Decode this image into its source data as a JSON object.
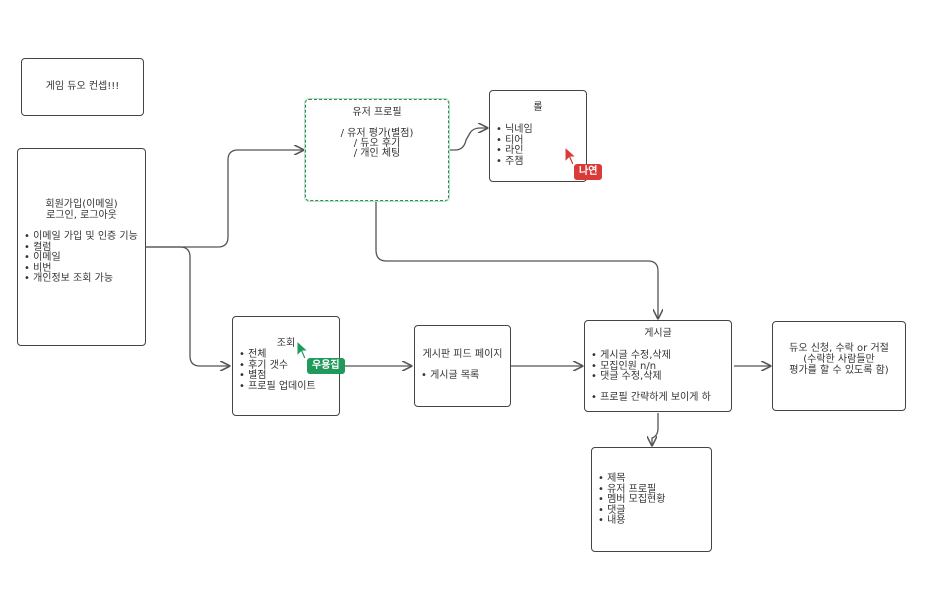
{
  "nodes": {
    "concept": {
      "title": "게임 듀오 컨셉!!!"
    },
    "signup": {
      "title1": "회원가입(이메일)",
      "title2": "로그인, 로그아웃",
      "items": [
        "이메일 가입 및 인증 기능",
        "컬럼",
        "이메일",
        "비번",
        "개인정보 조회 가능"
      ]
    },
    "user_profile": {
      "title": "유저 프로필",
      "lines": [
        "/ 유저 평가(별점)",
        "/ 듀오 후기",
        "/ 개인 체팅"
      ]
    },
    "role": {
      "title": "롤",
      "items": [
        "닉네임",
        "티어",
        "라인",
        "주챔"
      ]
    },
    "lookup": {
      "title": "조회",
      "items": [
        "전체",
        "후기 갯수",
        "별점",
        "프로필 업데이트"
      ]
    },
    "board_feed": {
      "title": "게시판 피드 페이지",
      "items": [
        "게시글 목록"
      ]
    },
    "post": {
      "title": "게시글",
      "items": [
        "게시글 수정,삭제",
        "모집인원 n/n",
        "댓글 수정,삭제",
        "프로필 간략하게 보이게 하"
      ]
    },
    "duo_request": {
      "lines": [
        "듀오 신청, 수락 or 거절",
        "(수락한 사람들만",
        "평가를 할 수 있도록 함)"
      ]
    },
    "post_detail": {
      "items": [
        "제목",
        "유저 프로필",
        "멤버 모집현황",
        "댓글",
        "내용"
      ]
    }
  },
  "collaborators": [
    {
      "name": "나연",
      "color": "#d93a3a"
    },
    {
      "name": "우용집",
      "color": "#1f9a5a"
    }
  ],
  "colors": {
    "selection": "#2e8b57",
    "stroke": "#444444",
    "background": "#ffffff"
  }
}
